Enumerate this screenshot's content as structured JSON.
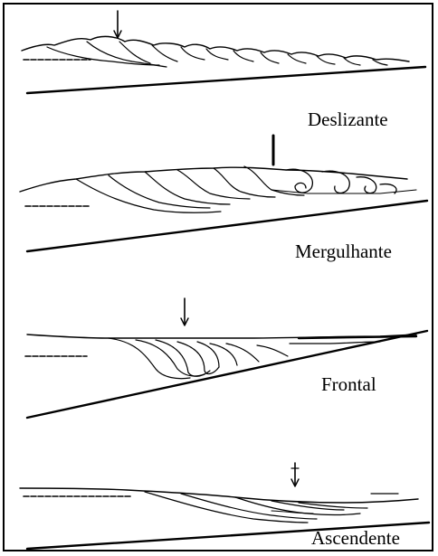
{
  "panels": [
    {
      "label": "Deslizante"
    },
    {
      "label": "Mergulhante"
    },
    {
      "label": "Frontal"
    },
    {
      "label": "Ascendente"
    }
  ]
}
